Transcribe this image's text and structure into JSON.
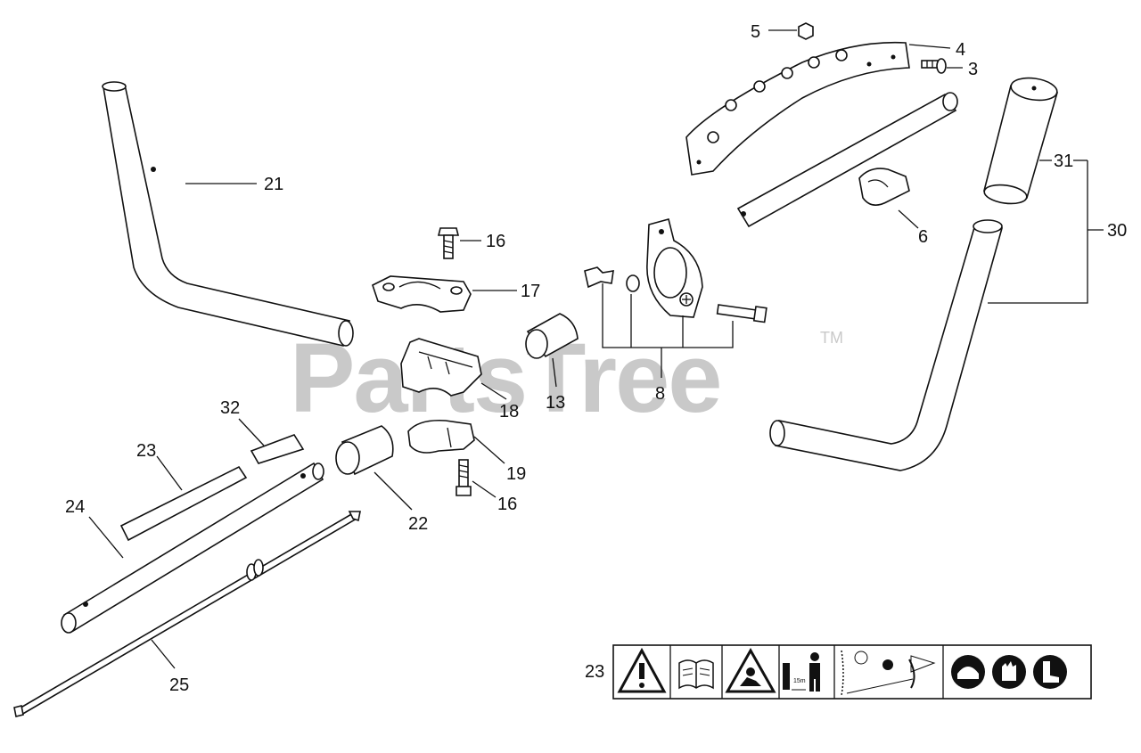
{
  "watermark": {
    "text": "PartsTree",
    "tm": "TM"
  },
  "callouts": {
    "c3": "3",
    "c4": "4",
    "c5": "5",
    "c6": "6",
    "c8": "8",
    "c13": "13",
    "c16a": "16",
    "c16b": "16",
    "c17": "17",
    "c18": "18",
    "c19": "19",
    "c21": "21",
    "c22": "22",
    "c23a": "23",
    "c23b": "23",
    "c24": "24",
    "c25": "25",
    "c30": "30",
    "c31": "31",
    "c32": "32"
  },
  "decal": {
    "panels": [
      "warning-icon",
      "read-manual-icon",
      "projectile-hazard-icon",
      "keep-distance-icon",
      "blade-guard-icon",
      "protective-gear-icon"
    ],
    "distance_text": "15m"
  }
}
